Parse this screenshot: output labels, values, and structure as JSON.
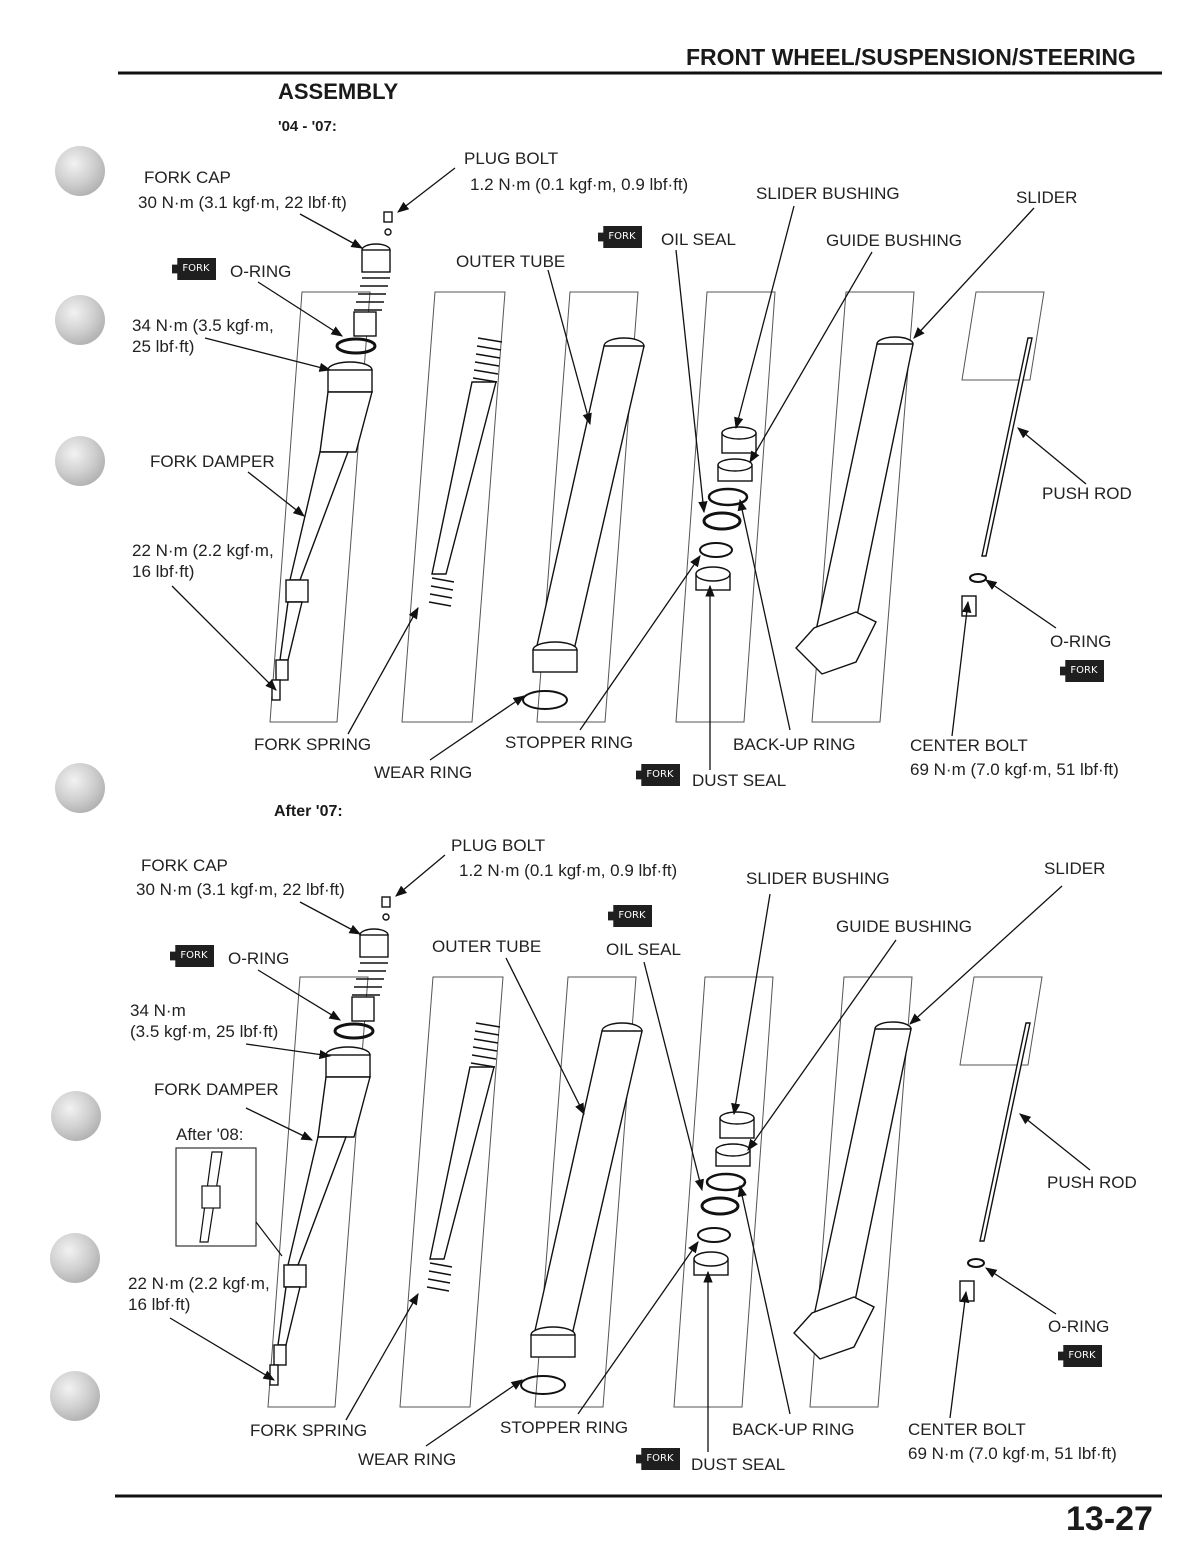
{
  "header": {
    "section_title": "FRONT WHEEL/SUSPENSION/STEERING",
    "heading": "ASSEMBLY",
    "page_number": "13-27"
  },
  "badge_text": "FORK",
  "top": {
    "period": "'04 - '07:",
    "plug_bolt": "PLUG BOLT",
    "plug_bolt_torque": "1.2 N·m (0.1 kgf·m, 0.9 lbf·ft)",
    "fork_cap": "FORK CAP",
    "fork_cap_torque": "30 N·m (3.1 kgf·m, 22 lbf·ft)",
    "o_ring": "O-RING",
    "torque_34_a": "34 N·m (3.5 kgf·m,",
    "torque_34_b": "25 lbf·ft)",
    "fork_damper": "FORK DAMPER",
    "torque_22_a": "22 N·m (2.2 kgf·m,",
    "torque_22_b": "16 lbf·ft)",
    "outer_tube": "OUTER TUBE",
    "oil_seal": "OIL SEAL",
    "slider_bushing": "SLIDER BUSHING",
    "guide_bushing": "GUIDE BUSHING",
    "slider": "SLIDER",
    "push_rod": "PUSH ROD",
    "o_ring_right": "O-RING",
    "fork_spring": "FORK SPRING",
    "wear_ring": "WEAR RING",
    "stopper_ring": "STOPPER RING",
    "dust_seal": "DUST SEAL",
    "back_up_ring": "BACK-UP RING",
    "center_bolt": "CENTER BOLT",
    "center_bolt_torque": "69 N·m (7.0 kgf·m, 51 lbf·ft)"
  },
  "bottom": {
    "period": "After '07:",
    "plug_bolt": "PLUG BOLT",
    "plug_bolt_torque": "1.2 N·m (0.1 kgf·m, 0.9 lbf·ft)",
    "fork_cap": "FORK CAP",
    "fork_cap_torque": "30 N·m (3.1 kgf·m, 22 lbf·ft)",
    "o_ring": "O-RING",
    "torque_34_a": "34 N·m",
    "torque_34_b": "(3.5 kgf·m, 25 lbf·ft)",
    "fork_damper": "FORK DAMPER",
    "after_08": "After '08:",
    "torque_22_a": "22 N·m (2.2 kgf·m,",
    "torque_22_b": "16 lbf·ft)",
    "outer_tube": "OUTER TUBE",
    "oil_seal": "OIL SEAL",
    "slider_bushing": "SLIDER BUSHING",
    "guide_bushing": "GUIDE BUSHING",
    "slider": "SLIDER",
    "push_rod": "PUSH ROD",
    "o_ring_right": "O-RING",
    "fork_spring": "FORK SPRING",
    "wear_ring": "WEAR RING",
    "stopper_ring": "STOPPER RING",
    "dust_seal": "DUST SEAL",
    "back_up_ring": "BACK-UP RING",
    "center_bolt": "CENTER BOLT",
    "center_bolt_torque": "69 N·m (7.0 kgf·m, 51 lbf·ft)"
  }
}
